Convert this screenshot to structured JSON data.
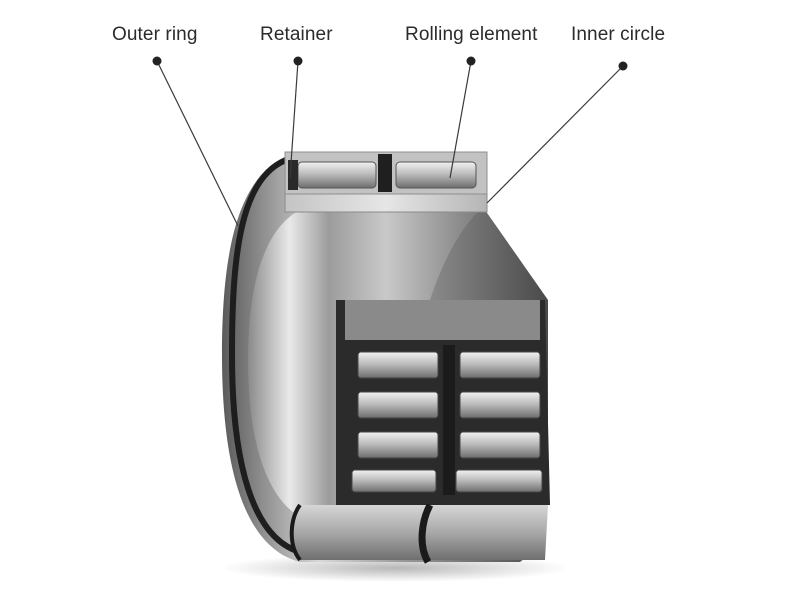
{
  "diagram": {
    "labels": {
      "outer_ring": "Outer ring",
      "retainer": "Retainer",
      "rolling_element": "Rolling element",
      "inner_circle": "Inner circle"
    },
    "colors": {
      "text": "#2b2b2b",
      "leader": "#3a3a3a",
      "dot": "#222222"
    }
  }
}
